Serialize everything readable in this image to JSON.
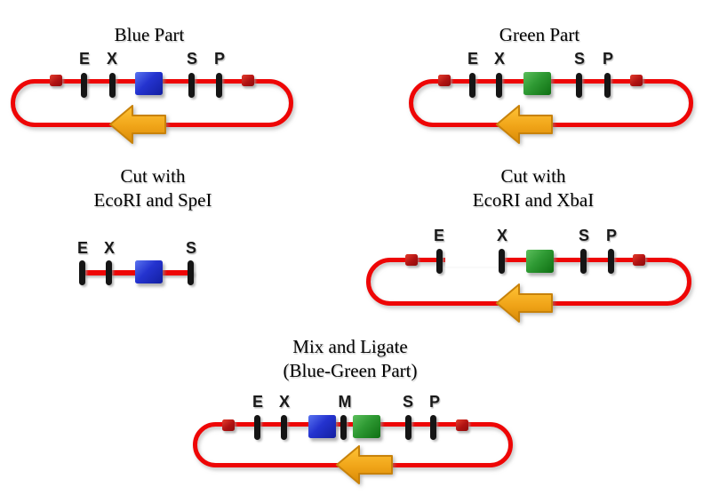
{
  "figure": {
    "background": "#ffffff",
    "colors": {
      "backbone_red": "#ee0606",
      "marker_red": "#b01212",
      "site_tick_black": "#151515",
      "blue_insert_blue": "#2433cf",
      "green_insert_green": "#2e9933",
      "arrow_yellow": "#f2a818"
    },
    "panels": {
      "blue_part": {
        "title": "Blue Part",
        "sites": {
          "e": "E",
          "x": "X",
          "s": "S",
          "p": "P"
        }
      },
      "green_part": {
        "title": "Green Part",
        "sites": {
          "e": "E",
          "x": "X",
          "s": "S",
          "p": "P"
        }
      },
      "cut_blue": {
        "title_line1": "Cut with",
        "title_line2": "EcoRI and SpeI",
        "sites": {
          "e": "E",
          "x": "X",
          "s": "S"
        }
      },
      "cut_green": {
        "title_line1": "Cut with",
        "title_line2": "EcoRI and XbaI",
        "sites": {
          "e": "E",
          "x": "X",
          "s": "S",
          "p": "P"
        }
      },
      "ligated": {
        "title_line1": "Mix and Ligate",
        "title_line2": "(Blue-Green Part)",
        "sites": {
          "e": "E",
          "x": "X",
          "m": "M",
          "s": "S",
          "p": "P"
        }
      }
    }
  }
}
